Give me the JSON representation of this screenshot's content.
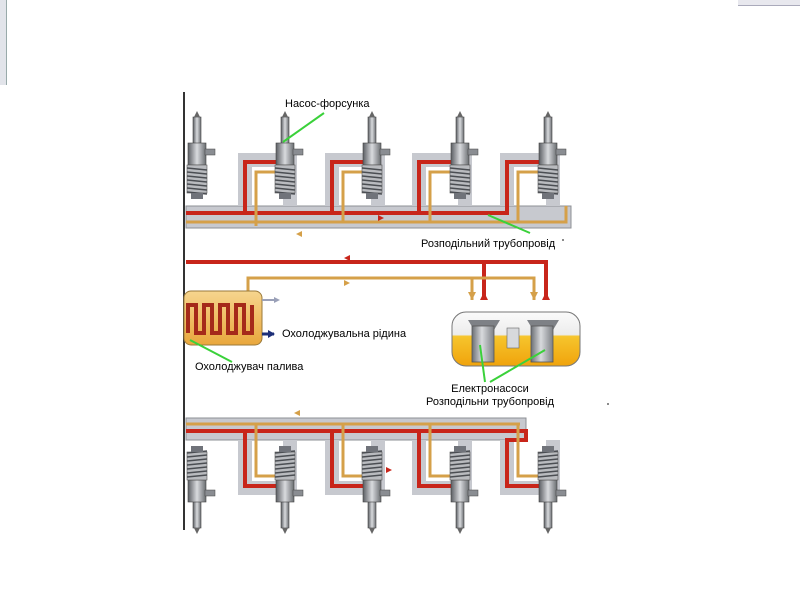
{
  "labels": {
    "injector": "Насос-форсунка",
    "rail_top": "Розподільний трубопровід",
    "coolant": "Охолоджувальна рідина",
    "fuel_cooler": "Охолоджувач палива",
    "pumps_line1": "Електронасоси",
    "pumps_line2": "Розподільни трубопровід"
  },
  "colors": {
    "red_pipe": "#c8251a",
    "orange_pipe": "#d5a049",
    "rail_gray": "#c7c9cf",
    "callout": "#3ad13a",
    "coolant": "#1d2f78",
    "tank_fill": "#f2b415"
  }
}
